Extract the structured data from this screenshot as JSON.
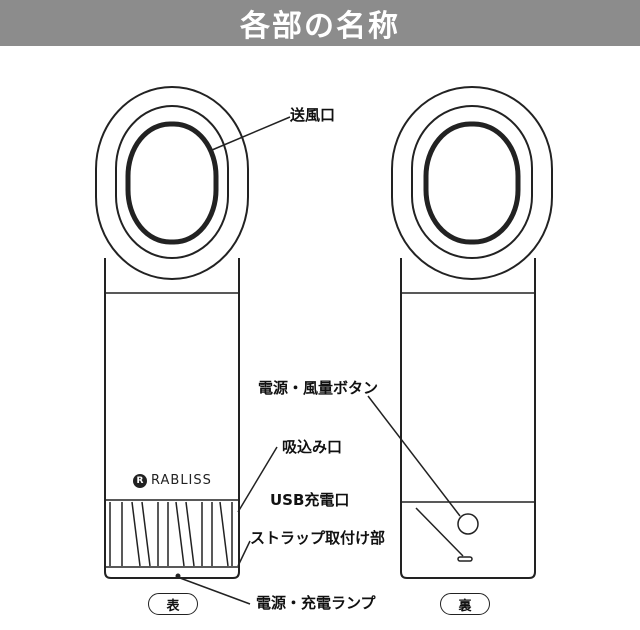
{
  "header": {
    "title": "各部の名称"
  },
  "labels": {
    "vent": "送風口",
    "power_button": "電源・風量ボタン",
    "intake": "吸込み口",
    "usb_port": "USB充電口",
    "strap": "ストラップ取付け部",
    "lamp": "電源・充電ランプ"
  },
  "brand": {
    "name": "RABLISS",
    "mark": "R"
  },
  "views": {
    "front": "表",
    "back": "裏"
  }
}
